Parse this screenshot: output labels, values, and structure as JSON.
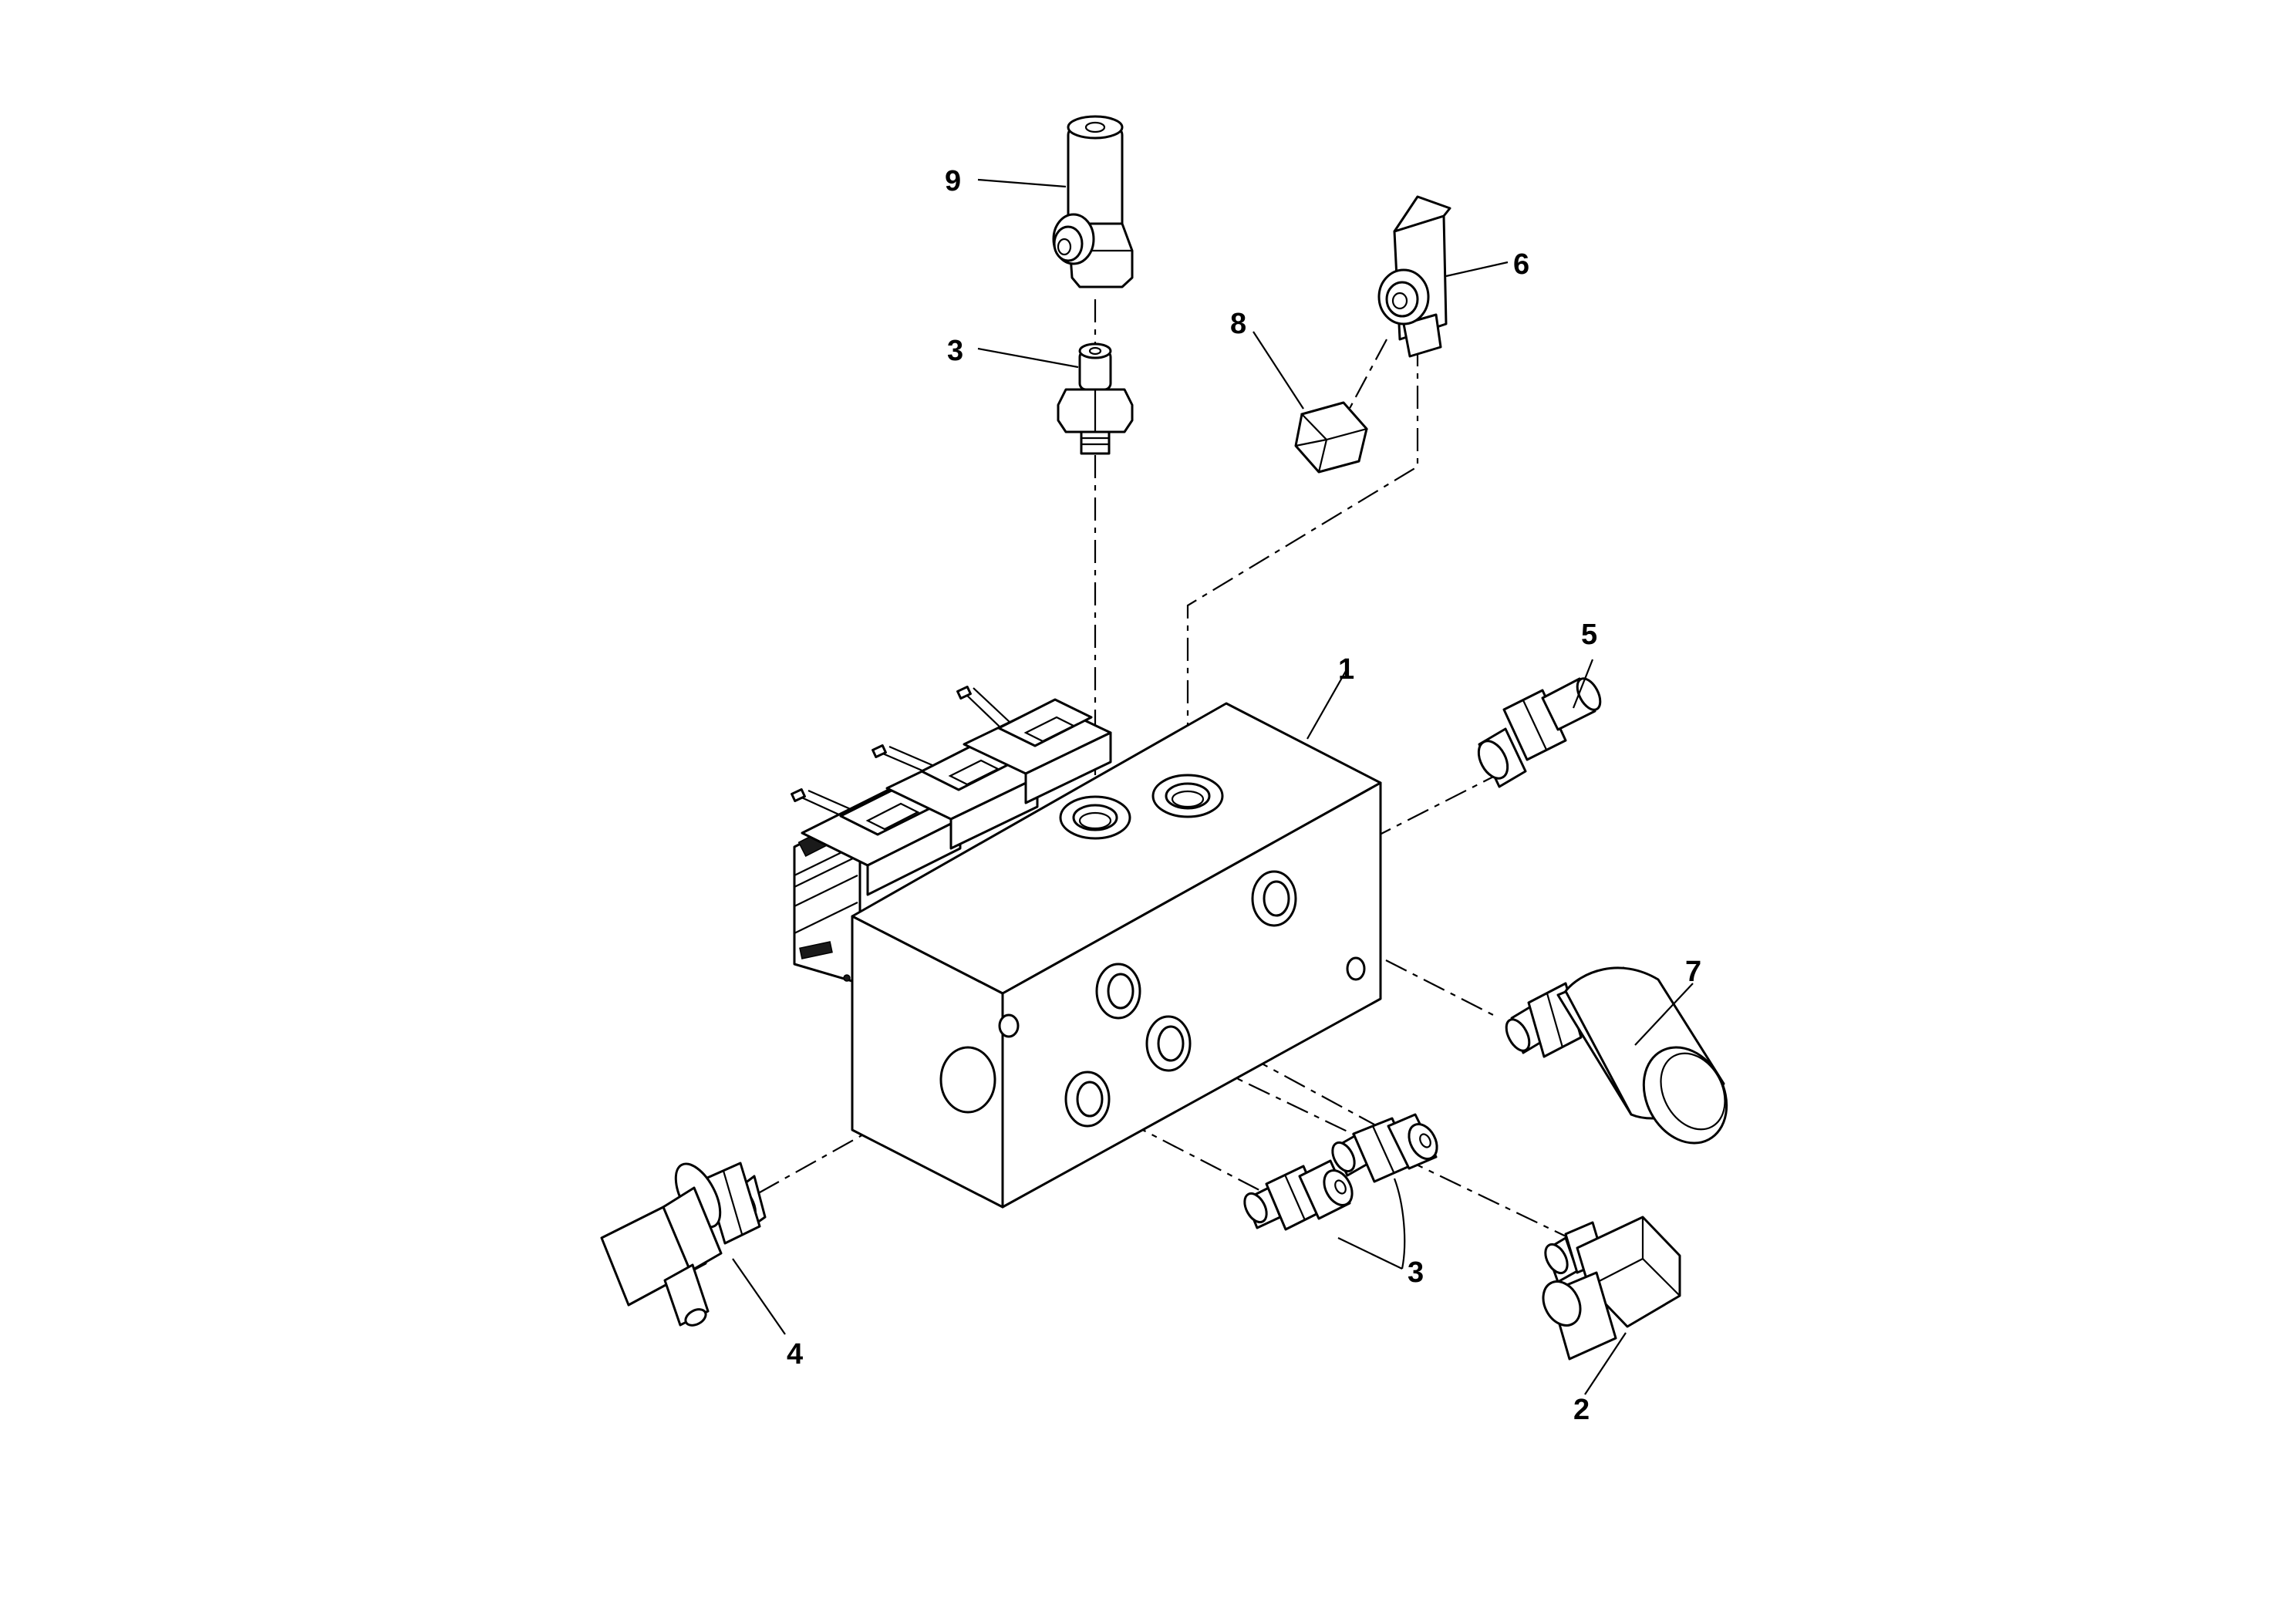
{
  "callouts": {
    "c1": "1",
    "c2": "2",
    "c3_top": "3",
    "c3_bottom": "3",
    "c4": "4",
    "c5": "5",
    "c6": "6",
    "c7": "7",
    "c8": "8",
    "c9": "9"
  }
}
